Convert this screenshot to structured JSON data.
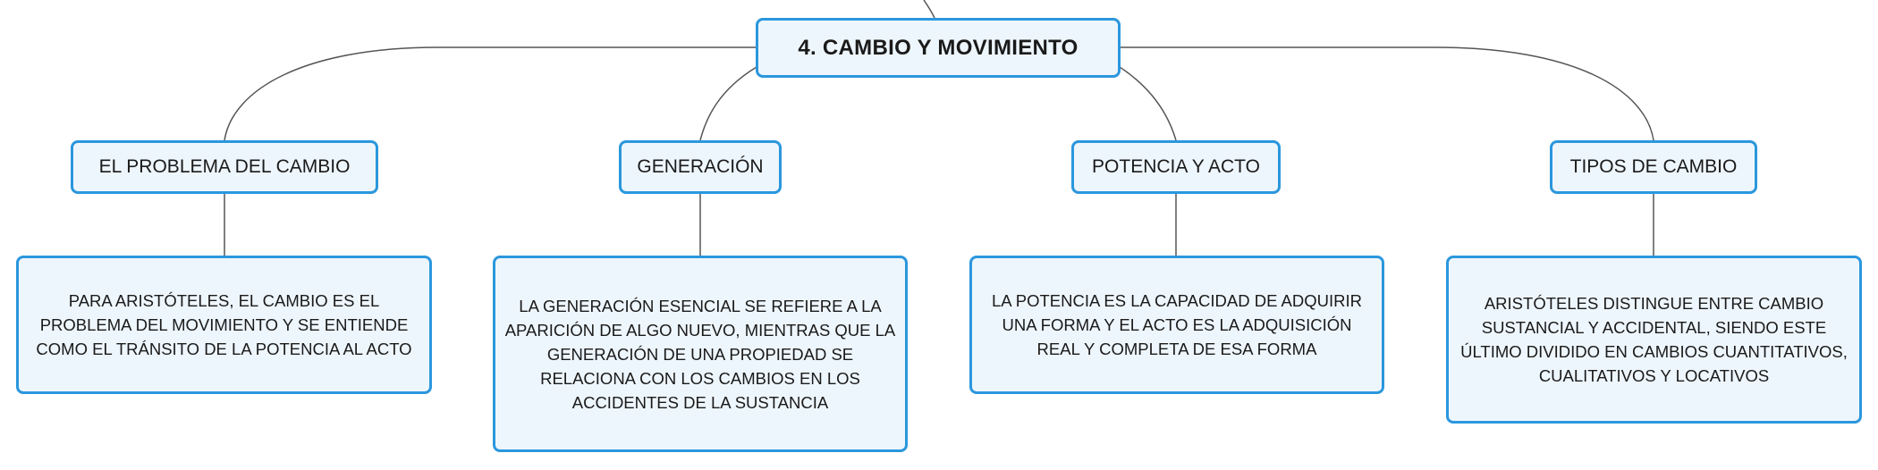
{
  "mindmap": {
    "root": {
      "label": "4. CAMBIO Y MOVIMIENTO"
    },
    "topics": [
      {
        "label": "EL PROBLEMA DEL CAMBIO",
        "description": "PARA ARISTÓTELES, EL CAMBIO ES EL PROBLEMA DEL MOVIMIENTO Y SE ENTIENDE COMO EL TRÁNSITO DE LA POTENCIA AL ACTO"
      },
      {
        "label": "GENERACIÓN",
        "description": "LA GENERACIÓN ESENCIAL SE REFIERE A LA APARICIÓN DE ALGO NUEVO, MIENTRAS QUE LA GENERACIÓN DE UNA PROPIEDAD SE RELACIONA CON LOS CAMBIOS EN LOS ACCIDENTES DE LA SUSTANCIA"
      },
      {
        "label": "POTENCIA Y ACTO",
        "description": "LA POTENCIA ES LA CAPACIDAD DE ADQUIRIR UNA FORMA Y EL ACTO ES LA ADQUISICIÓN REAL Y COMPLETA DE ESA FORMA"
      },
      {
        "label": "TIPOS DE CAMBIO",
        "description": "ARISTÓTELES DISTINGUE ENTRE CAMBIO SUSTANCIAL Y ACCIDENTAL, SIENDO ESTE ÚLTIMO DIVIDIDO EN CAMBIOS CUANTITATIVOS, CUALITATIVOS Y LOCATIVOS"
      }
    ]
  },
  "colors": {
    "node_border": "#2b97dd",
    "node_fill": "#eef6fd",
    "connector": "#555555",
    "text": "#1a1a1a"
  }
}
